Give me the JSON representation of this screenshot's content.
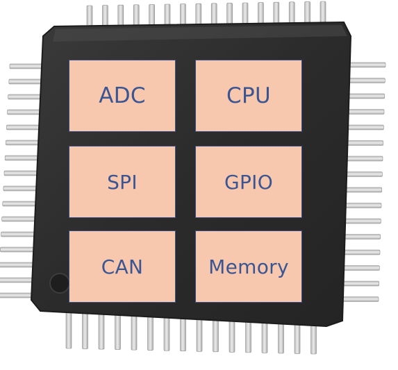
{
  "chip": {
    "body_color": "#2e2e2e",
    "pin_color": "#d6d6d6",
    "block_fill": "#f7c8ad",
    "block_border": "#3a5089",
    "label_color": "#3b5592"
  },
  "blocks": [
    {
      "label": "ADC"
    },
    {
      "label": "CPU"
    },
    {
      "label": "SPI"
    },
    {
      "label": "GPIO"
    },
    {
      "label": "CAN"
    },
    {
      "label": "Memory"
    }
  ]
}
